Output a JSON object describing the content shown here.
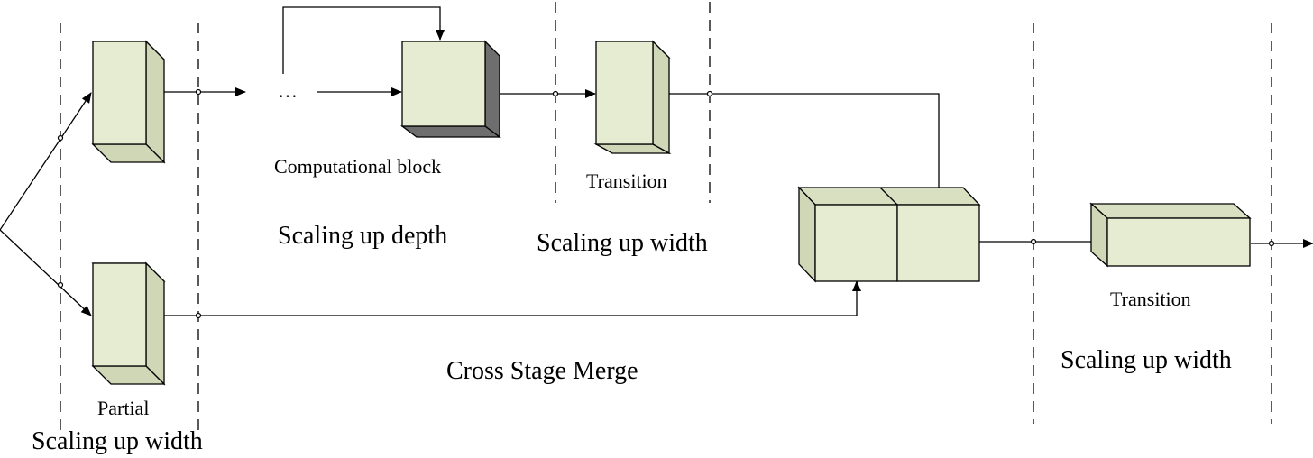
{
  "labels": {
    "ellipsis": "…",
    "computational_block": "Computational block",
    "transition_top": "Transition",
    "transition_right": "Transition",
    "partial": "Partial",
    "scaling_up_depth": "Scaling up depth",
    "scaling_up_width_mid": "Scaling up width",
    "scaling_up_width_right": "Scaling up width",
    "scaling_up_width_left": "Scaling up width",
    "cross_stage_merge": "Cross Stage Merge"
  },
  "colors": {
    "block_fill": "#e6ecd2",
    "block_shade": "#cfd7b6",
    "block_dark_side": "#6e6e6e",
    "stroke": "#000000"
  }
}
